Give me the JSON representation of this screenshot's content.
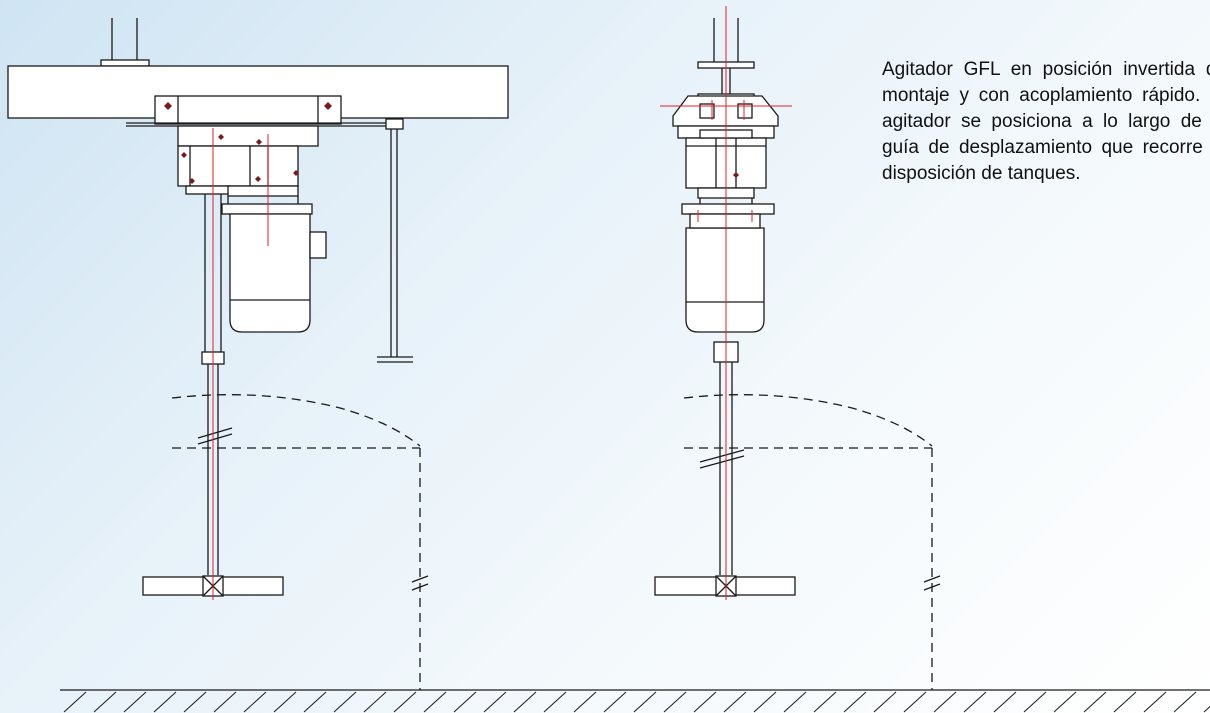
{
  "caption": {
    "text": "Agitador GFL en posición invertida de montaje y con acoplamiento rápido. El agitador se posiciona a lo largo de la guía de desplazamiento que recorre la disposición de tanques."
  },
  "colors": {
    "background_start": "#cfe4f3",
    "line": "#1a1a1a",
    "axis": "#e0202a",
    "marker": "#7a1a1a"
  },
  "views": [
    "side-view",
    "front-view"
  ]
}
